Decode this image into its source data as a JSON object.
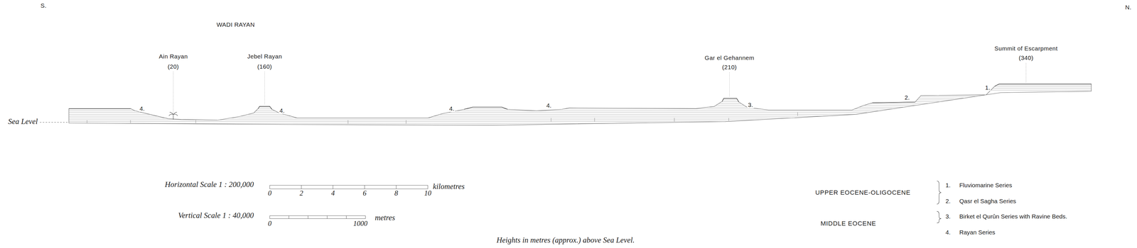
{
  "diagram": {
    "caption": "Heights in metres (approx.) above Sea Level.",
    "labels": [
      "S.",
      "N.",
      "WADI RAYAN",
      "Ain Rayan",
      "(20)",
      "Jebel Rayan",
      "(160)",
      "Gar el Gehannem",
      "(210)",
      "Summit of Escarpment",
      "(340)",
      "Sea Level",
      "4.",
      "4.",
      "4.",
      "4.",
      "3.",
      "2.",
      "1.",
      "Horizontal Scale 1 : 200,000",
      "0",
      "2",
      "4",
      "6",
      "8",
      "10",
      "kilometres",
      "Vertical Scale 1 : 40,000",
      "0",
      "1000",
      "metres",
      "UPPER EOCENE-OLIGOCENE",
      "MIDDLE EOCENE",
      "1.",
      "2.",
      "3.",
      "4."
    ],
    "legend": [
      {
        "text": "Fluviomarine Series"
      },
      {
        "text": "Qasr el Sagha Series"
      },
      {
        "text": "Birket el Qurûn Series with Ravine Beds."
      },
      {
        "text": "Rayan Series"
      }
    ]
  }
}
